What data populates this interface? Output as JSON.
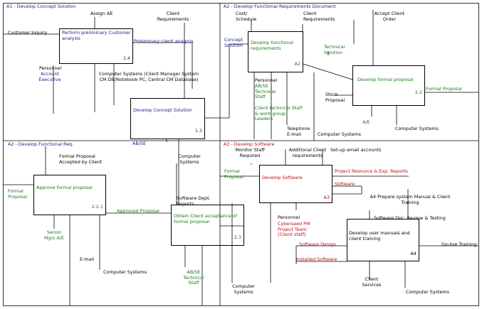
{
  "quadrants": {
    "a1": "A1 - Develop Concept Solution",
    "a2": "A2 - Develop Functional Requirements Document",
    "a2b": "A2 - Develop Functional Req.",
    "a3": "A3 - Develop Software"
  },
  "boxes": {
    "b11": {
      "text": "Perform preliminary Customer analysis",
      "id": "1.4"
    },
    "b13": {
      "text": "Develop Concept Solution",
      "id": "1.3"
    },
    "b2a": {
      "text": "Develop functional requirements",
      "id": "A2"
    },
    "b22": {
      "text": "Develop formal proposal",
      "id": "2.2"
    },
    "b221": {
      "text": "Approve formal proposal",
      "id": "2.2.1"
    },
    "b23": {
      "text": "Obtain Client acceptance of formal proposal",
      "id": "2.3"
    },
    "b3": {
      "text": "Develop Software",
      "id": "A3"
    },
    "b4": {
      "text": "Develop user manuals and client training",
      "id": "A4"
    }
  },
  "labels": {
    "assign_ab": "Assign AE",
    "client_req_1": "Client Requirements",
    "customer_inquiry": "Customer Inquiry",
    "prelim_analysis": "Preliminary client analysis",
    "personnel_1": "Personnel",
    "account_exec": "Account Executive",
    "comp_sys_1": "Computer Systems (Client Manager System CM DB/Notebook PC, Central CM Database)",
    "concept_solution": "Concept Solution",
    "cost_schedule": "Cost/ Schedule",
    "client_req_2": "Client Requirements",
    "accept_order": "Accept Client Order",
    "technical_solution": "Technical Solution",
    "personnel_2": "Personnel",
    "ab_se_tech": "AB/SE Technical Staff",
    "client_tech": "Client technical Staff & work group Leaders",
    "telephone": "Telephone E-mail",
    "comp_sys_2": "Computer Systems",
    "stock_proposal": "Stock Proposal",
    "formal_proposal_out": "Formal Proposal",
    "ae_1": "A/E",
    "comp_sys_3": "Computer Systems",
    "ab_se_small": "AB/SE",
    "comp_sys_4": "Computer Systems",
    "formal_proposal_accepted": "Formal Proposal Accepted by Client",
    "formal_proposal_in": "Formal Proposal",
    "approved_proposal": "Approved Proposal",
    "software_dept": "Software Dept. Reports",
    "senior_mgrs": "Senior Mgrs A/E",
    "email_2": "E-mail",
    "comp_sys_5": "Computer Systems",
    "ab_se_tech_2": "AB/SE Technical Staff",
    "monitor_staff": "Monitor Staff Required",
    "addl_client": "Additional Client requirements",
    "setup_email": "Set-up email accounts",
    "formal_proposal_a3": "Formal Proposal",
    "project_resource": "Project Resource & Exp. Reports",
    "software_out": "Software",
    "a4_title": "A4 Prepare system Manual & Client Training",
    "sw_doc_review": "Software Doc. Review & Testing",
    "personnel_3": "Personnel",
    "cyberseed_pm": "Cyberseed PM Project Team (Client staff)",
    "software_design": "Software Design",
    "installed_software": "Installed Software",
    "go_live": "Go-live Training",
    "comp_sys_6": "Computer Systems",
    "client_services": "Client Services",
    "comp_sys_7": "Computer Systems"
  }
}
